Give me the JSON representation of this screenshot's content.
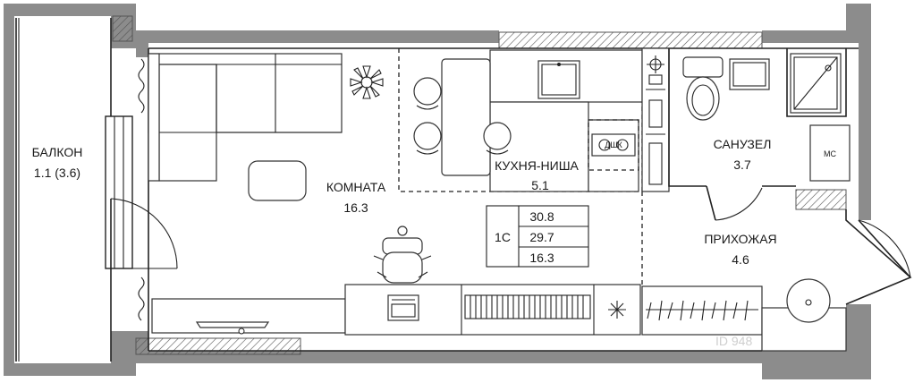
{
  "rooms": {
    "balcony": {
      "name": "БАЛКОН",
      "area": "1.1 (3.6)"
    },
    "room": {
      "name": "КОМНАТА",
      "area": "16.3"
    },
    "kitchen": {
      "name": "КУХНЯ-НИША",
      "area": "5.1"
    },
    "bathroom": {
      "name": "САНУЗЕЛ",
      "area": "3.7"
    },
    "hallway": {
      "name": "ПРИХОЖАЯ",
      "area": "4.6"
    }
  },
  "summary": {
    "type": "1С",
    "total": "30.8",
    "living": "29.7",
    "room": "16.3"
  },
  "fixtures": {
    "hob_label": "ДШК",
    "washer_label": "МС"
  },
  "watermark": "ID 948",
  "colors": {
    "wall": "#8c8c8c",
    "line": "#222222",
    "background": "#ffffff"
  },
  "icons": [
    "sofa",
    "plant",
    "coffee-table",
    "bar-counter",
    "stools",
    "sink",
    "hob",
    "office-chair",
    "tv",
    "oven",
    "radiator",
    "toilet",
    "shower",
    "washer",
    "wardrobe",
    "round-sink",
    "doors",
    "windows"
  ]
}
